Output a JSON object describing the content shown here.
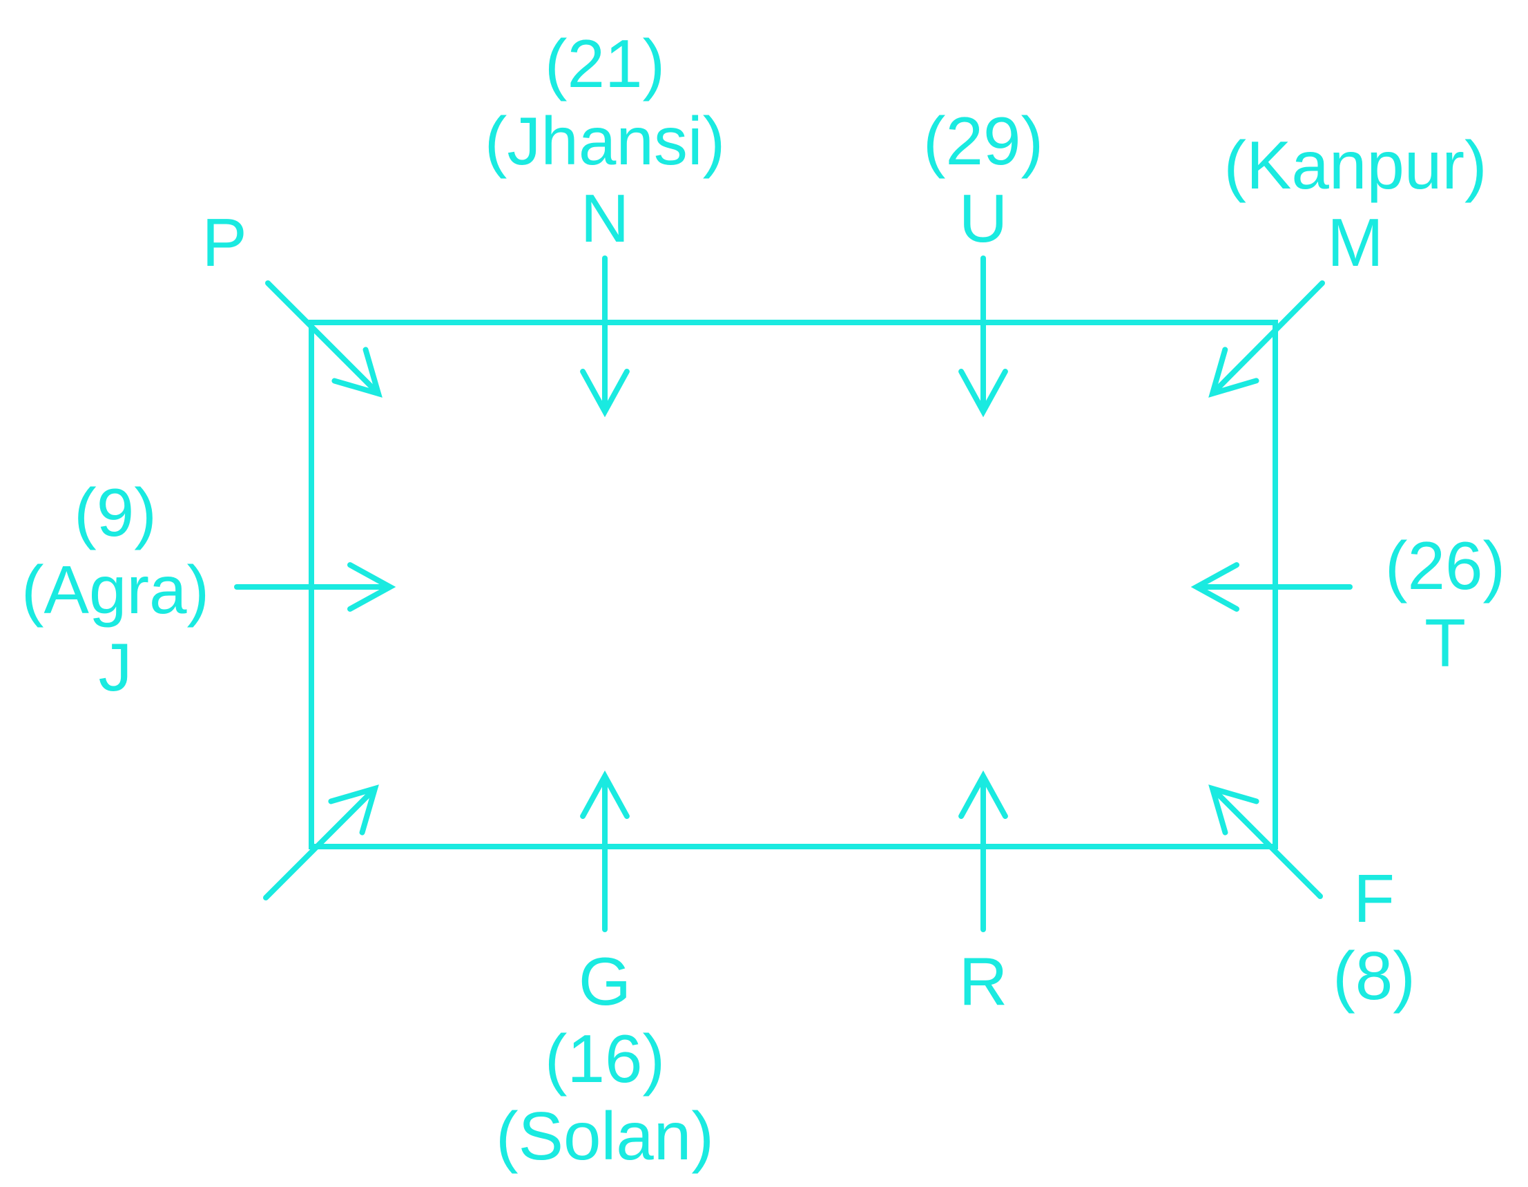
{
  "colors": {
    "accent": "#1aeae0"
  },
  "positions": [
    {
      "id": "P",
      "letter": "P",
      "number": "",
      "city": ""
    },
    {
      "id": "N",
      "letter": "N",
      "number": "(21)",
      "city": "(Jhansi)"
    },
    {
      "id": "U",
      "letter": "U",
      "number": "(29)",
      "city": ""
    },
    {
      "id": "M",
      "letter": "M",
      "number": "",
      "city": "(Kanpur)"
    },
    {
      "id": "J",
      "letter": "J",
      "number": "(9)",
      "city": "(Agra)"
    },
    {
      "id": "T",
      "letter": "T",
      "number": "(26)",
      "city": ""
    },
    {
      "id": "G",
      "letter": "G",
      "number": "(16)",
      "city": "(Solan)"
    },
    {
      "id": "R",
      "letter": "R",
      "number": "",
      "city": ""
    },
    {
      "id": "F",
      "letter": "F",
      "number": "(8)",
      "city": ""
    },
    {
      "id": "BL",
      "letter": "",
      "number": "",
      "city": ""
    }
  ]
}
